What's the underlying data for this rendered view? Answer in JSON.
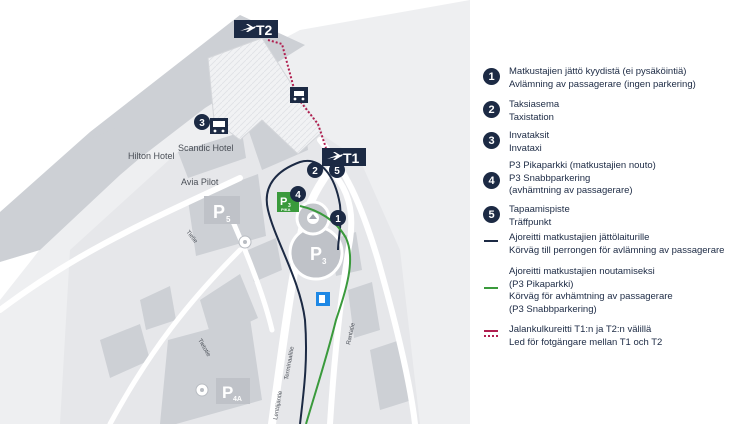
{
  "colors": {
    "navy": "#1c2a44",
    "green": "#3a9a3c",
    "crimson": "#b01e4f",
    "blue": "#1e88e5",
    "building": "#c9ccd1",
    "ground": "#e9eaec"
  },
  "terminals": {
    "t2": "T2",
    "t1": "T1"
  },
  "map_labels": {
    "scandic": "Scandic Hotel",
    "hilton": "Hilton Hotel",
    "avia": "Avia Pilot",
    "p5_letter": "P",
    "p5_sub": "5",
    "p3_letter": "P",
    "p3_sub": "3",
    "p4a_letter": "P",
    "p4a_sub": "4A",
    "p3_pika_letter": "P",
    "p3_pika_sub": "3",
    "p3_pika_tag": "PIKA",
    "street_tietie": "Tietie",
    "street_tietotie": "Tietotie",
    "street_terminaalitie": "Terminaalitie",
    "street_rantatie": "Rantatie",
    "street_lentajantie": "Lentäjäntie"
  },
  "map_markers": {
    "m1": "1",
    "m2": "2",
    "m3": "3",
    "m4": "4",
    "m5": "5"
  },
  "legend": [
    {
      "marker": "1",
      "lines": [
        "Matkustajien jättö kyydistä (ei pysäköintiä)",
        "Avlämning av passagerare (ingen parkering)"
      ]
    },
    {
      "marker": "2",
      "lines": [
        "Taksiasema",
        "Taxistation"
      ]
    },
    {
      "marker": "3",
      "lines": [
        "Invataksit",
        "Invataxi"
      ]
    },
    {
      "marker": "4",
      "lines": [
        "P3 Pikaparkki (matkustajien nouto)",
        "P3 Snabbparkering",
        "(avhämtning av passagerare)"
      ]
    },
    {
      "marker": "5",
      "lines": [
        "Tapaamispiste",
        "Träffpunkt"
      ]
    },
    {
      "icon": "navy-route-line",
      "lines": [
        "Ajoreitti matkustajien jättölaiturille",
        "Körväg till perrongen för avlämning av passagerare"
      ]
    },
    {
      "icon": "green-route-line",
      "lines": [
        "Ajoreitti matkustajien noutamiseksi",
        "(P3 Pikaparkki)",
        "Körväg för avhämtning av passagerare",
        "(P3 Snabbparkering)"
      ]
    },
    {
      "icon": "pedestrian-route-line",
      "lines": [
        "Jalankulkureitti T1:n ja T2:n välillä",
        "Led för fotgängare mellan T1 och T2"
      ]
    }
  ]
}
